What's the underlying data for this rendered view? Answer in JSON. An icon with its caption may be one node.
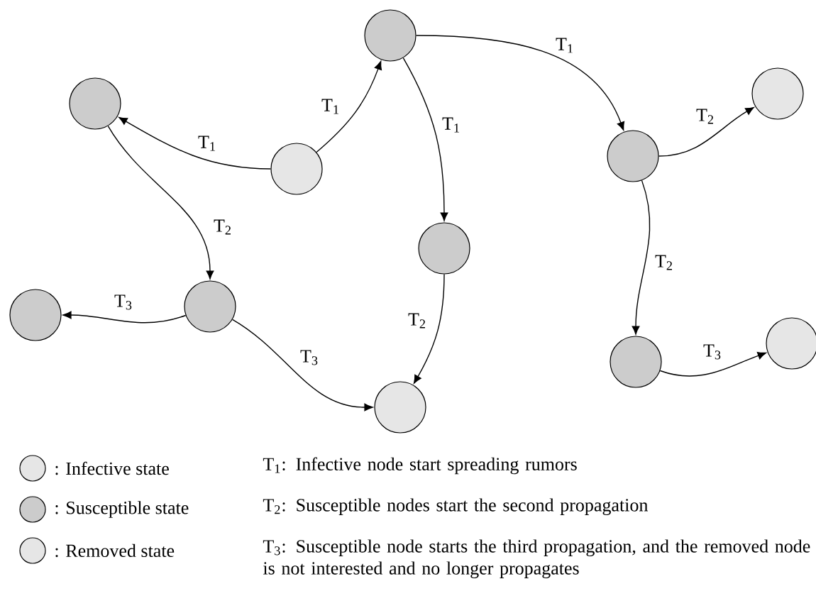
{
  "diagram": {
    "nodes": [
      {
        "text": [],
        "shape": "circle"
      },
      {
        "text": [],
        "shape": "circle"
      },
      {
        "text": [],
        "shape": "circle"
      },
      {
        "text": [],
        "shape": "circle"
      },
      {
        "text": [],
        "shape": "circle"
      },
      {
        "text": [],
        "shape": "circle"
      },
      {
        "text": [],
        "shape": "circle"
      },
      {
        "text": [],
        "shape": "circle"
      },
      {
        "text": [],
        "shape": "circle"
      },
      {
        "text": [],
        "shape": "circle"
      },
      {
        "text": [],
        "shape": "circle"
      }
    ],
    "edges": [
      {
        "from": 0,
        "to": 1,
        "arrow": "to",
        "label": "T$_{1}$"
      },
      {
        "from": 0,
        "to": 2,
        "arrow": "to",
        "label": "T$_{1}$"
      },
      {
        "from": 1,
        "to": 3,
        "arrow": "to",
        "label": "T$_{1}$"
      },
      {
        "from": 1,
        "to": 4,
        "arrow": "to",
        "label": "T$_{1}$"
      },
      {
        "from": 2,
        "to": 5,
        "arrow": "to",
        "label": "T$_{2}$"
      },
      {
        "from": 3,
        "to": 8,
        "arrow": "to",
        "label": "T$_{2}$"
      },
      {
        "from": 3,
        "to": 9,
        "arrow": "to",
        "label": "T$_{2}$"
      },
      {
        "from": 4,
        "to": 7,
        "arrow": "to",
        "label": "T$_{2}$"
      },
      {
        "from": 5,
        "to": 6,
        "arrow": "to",
        "label": "T$_{3}$"
      },
      {
        "from": 5,
        "to": 7,
        "arrow": "to",
        "label": "T$_{3}$"
      },
      {
        "from": 9,
        "to": 10,
        "arrow": "to",
        "label": "T$_{3}$"
      }
    ],
    "labels": [
      "T$_{1}$: Infective node start spreading rumors",
      "T$_{2}$: Susceptible nodes start the second propagation",
      "T$_{3}$: Susceptible node starts the third propagation, and the removed node is not interested and no longer propagates"
    ],
    "legend": [
      {
        "text": ": Infective state",
        "color": "#e6e6e6"
      },
      {
        "text": ": Susceptible state",
        "color": "#cccccc"
      },
      {
        "text": ": Removed state",
        "color": "#e6e6e6"
      }
    ]
  }
}
